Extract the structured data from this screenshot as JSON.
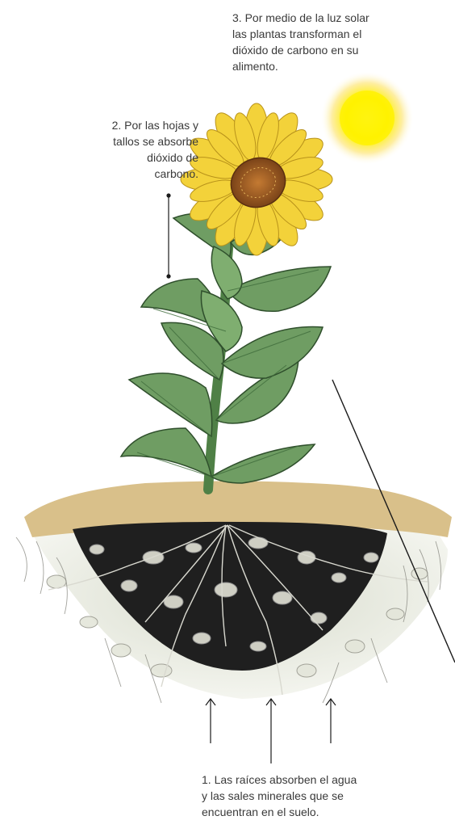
{
  "diagram": {
    "step3": {
      "lines": [
        "3. Por medio de la luz solar",
        "las plantas transforman el",
        "dióxido de carbono en su",
        "alimento."
      ]
    },
    "step2": {
      "lines": [
        "2. Por las hojas y",
        "tallos se absorbe",
        "dióxido de",
        "carbono."
      ]
    },
    "step1": {
      "lines": [
        "1. Las raíces absorben el agua",
        "y las sales minerales que se",
        "encuentran en el suelo."
      ]
    }
  },
  "colors": {
    "sun_core": "#fff200",
    "sun_glow": "#fde98a",
    "leaf": "#6f9d63",
    "leaf_dark": "#3f6b3b",
    "petal": "#f3d23a",
    "flower_center": "#a9662a",
    "soil_top": "#d9c08a",
    "soil_dark": "#1d1d1d",
    "subsoil": "#e6e9de",
    "text": "#3a3a3a"
  }
}
